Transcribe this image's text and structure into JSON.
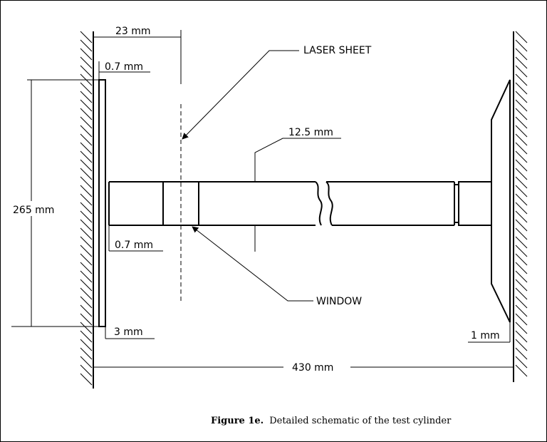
{
  "labels": {
    "dim_23": "23 mm",
    "dim_07_top": "0.7 mm",
    "dim_265": "265 mm",
    "dim_07_mid": "0.7 mm",
    "dim_3": "3 mm",
    "dim_125": "12.5 mm",
    "dim_1": "1 mm",
    "dim_430": "430 mm",
    "laser_sheet": "LASER SHEET",
    "window": "WINDOW"
  },
  "caption": {
    "bold": "Figure 1e.",
    "text": "Detailed schematic of the test cylinder"
  }
}
